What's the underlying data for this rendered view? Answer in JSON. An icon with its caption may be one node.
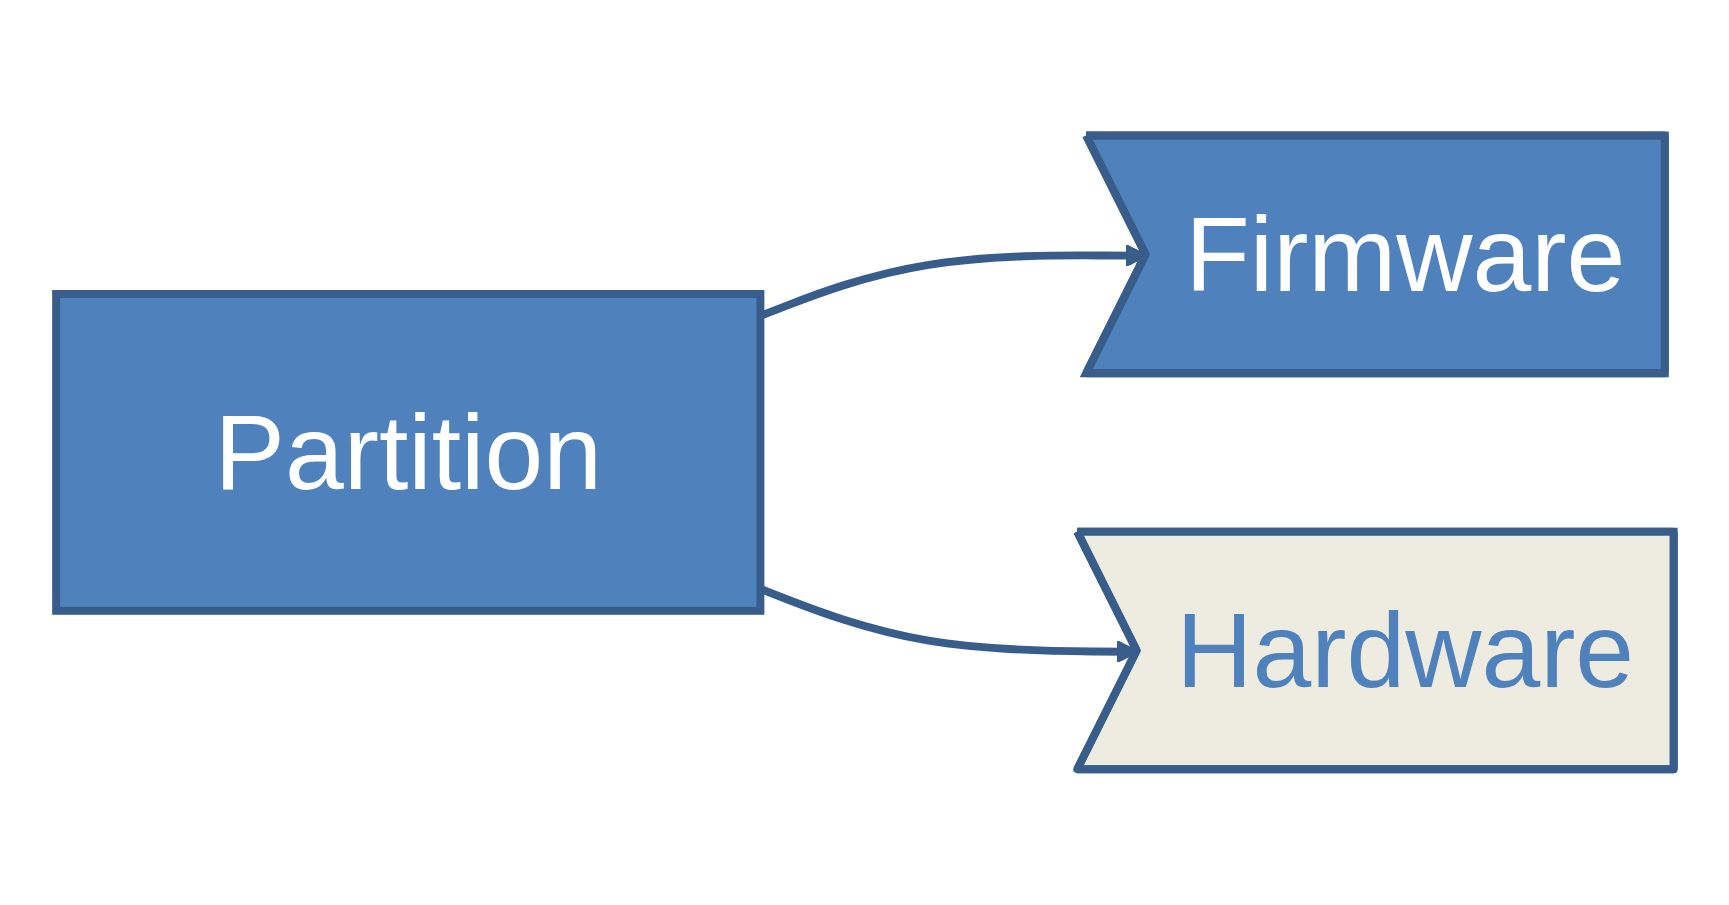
{
  "diagram": {
    "nodes": [
      {
        "text": [
          "Partition"
        ]
      },
      {
        "text": [
          "Firmware"
        ]
      },
      {
        "text": [
          "Hardware"
        ]
      }
    ],
    "edges": [
      {
        "from": 0,
        "to": 1,
        "arrow": "to"
      },
      {
        "from": 0,
        "to": 2,
        "arrow": "to"
      }
    ]
  }
}
